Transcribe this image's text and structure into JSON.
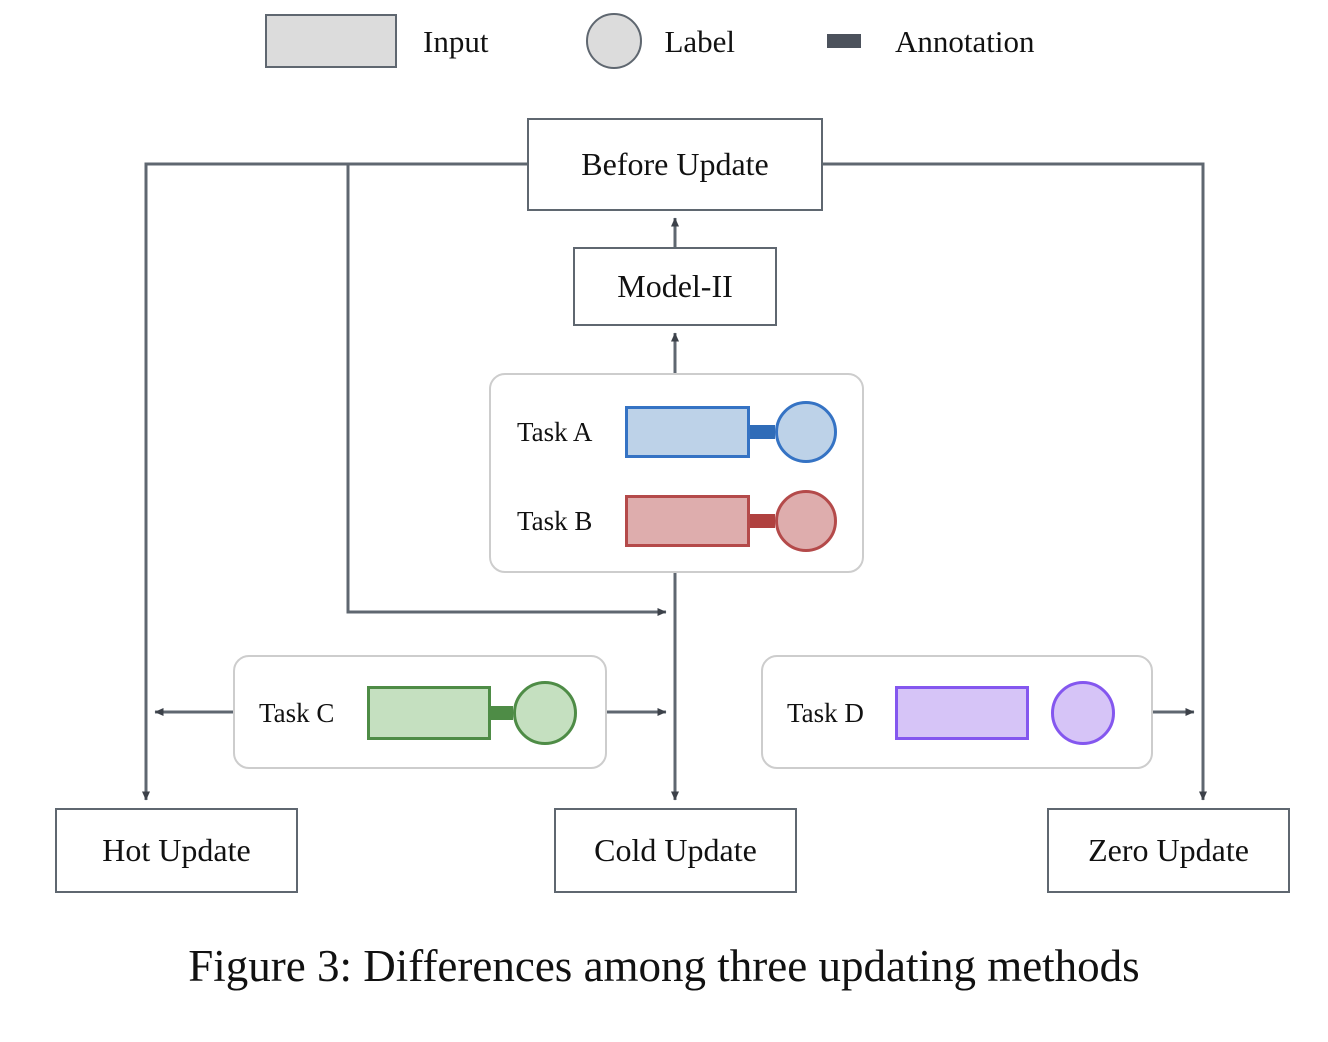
{
  "figure": {
    "caption": "Figure 3: Differences among three updating methods"
  },
  "legend": {
    "items": [
      {
        "icon": "input-rect-swatch",
        "label": "Input"
      },
      {
        "icon": "label-circle-swatch",
        "label": "Label"
      },
      {
        "icon": "annotation-bar-swatch",
        "label": "Annotation"
      }
    ],
    "swatch_fill": "#dcdcdc",
    "swatch_stroke": "#5f6770",
    "annotation_color": "#4c525c"
  },
  "nodes": {
    "before_update": "Before Update",
    "model": "Model-II",
    "hot_update": "Hot Update",
    "cold_update": "Cold Update",
    "zero_update": "Zero Update"
  },
  "tasks": [
    {
      "name": "Task A",
      "fill": "#bdd2e8",
      "stroke": "#3573c4",
      "annotation": "#2f6cb8",
      "has_annotation": true
    },
    {
      "name": "Task B",
      "fill": "#deadad",
      "stroke": "#b44a4a",
      "annotation": "#b0413f",
      "has_annotation": true
    },
    {
      "name": "Task C",
      "fill": "#c5e0c0",
      "stroke": "#4e8c46",
      "annotation": "#4e8c46",
      "has_annotation": true
    },
    {
      "name": "Task D",
      "fill": "#d6c4f7",
      "stroke": "#8457ef",
      "annotation": "#8457ef",
      "has_annotation": false
    }
  ],
  "colors": {
    "wire": "#5f6770",
    "box_border": "#5f6770",
    "card_border": "#cdcdcd",
    "text": "#111111",
    "background": "#ffffff"
  }
}
